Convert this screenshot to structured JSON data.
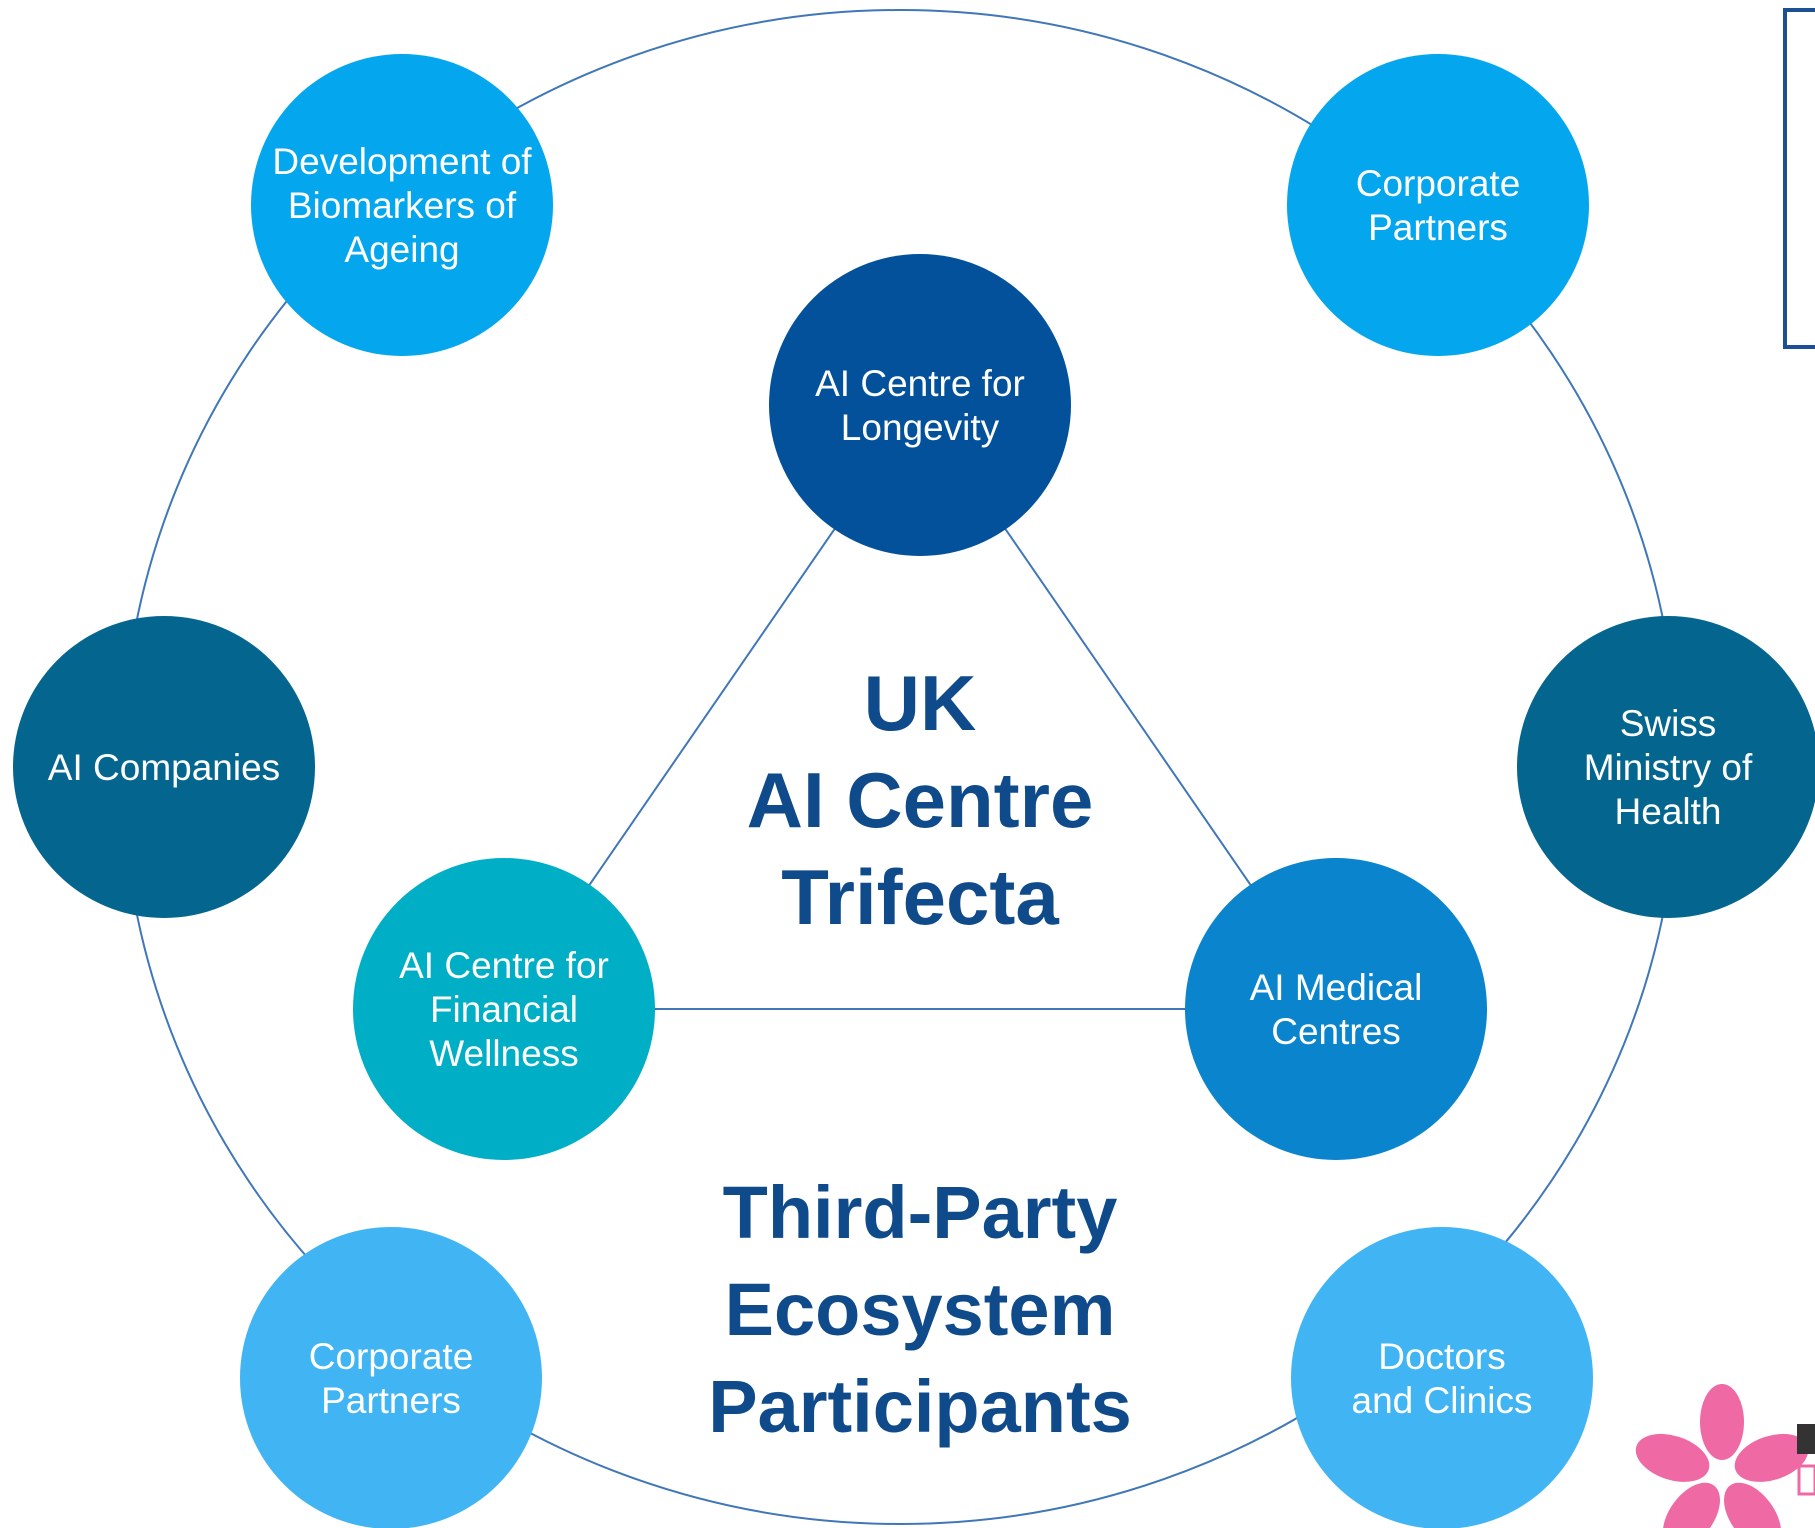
{
  "colors": {
    "ring_stroke": "#3f77b8",
    "node_longevity": "#02519a",
    "node_dark_teal": "#04668f",
    "node_mid_blue": "#0a84cc",
    "node_teal": "#00aec6",
    "node_sky": "#04a6ee",
    "node_light": "#41b5f4",
    "title_text": "#0f4a8a",
    "logo_pink": "#ef6aa4",
    "frame_blue": "#1c4f94"
  },
  "center": {
    "trifecta_lines": [
      "UK",
      "AI Centre",
      "Trifecta"
    ],
    "ecosystem_lines": [
      "Third-Party",
      "Ecosystem",
      "Participants"
    ]
  },
  "trifecta_nodes": [
    {
      "id": "longevity",
      "lines": [
        "AI Centre for",
        "Longevity"
      ]
    },
    {
      "id": "financial",
      "lines": [
        "AI Centre for",
        "Financial",
        "Wellness"
      ]
    },
    {
      "id": "medical",
      "lines": [
        "AI Medical",
        "Centres"
      ]
    }
  ],
  "ecosystem_nodes": [
    {
      "id": "biomarkers",
      "lines": [
        "Development of",
        "Biomarkers of",
        "Ageing"
      ]
    },
    {
      "id": "corporate-top",
      "lines": [
        "Corporate",
        "Partners"
      ]
    },
    {
      "id": "ai-companies",
      "lines": [
        "AI Companies"
      ]
    },
    {
      "id": "swiss-ministry",
      "lines": [
        "Swiss",
        "Ministry of",
        "Health"
      ]
    },
    {
      "id": "corporate-bottom",
      "lines": [
        "Corporate",
        "Partners"
      ]
    },
    {
      "id": "doctors",
      "lines": [
        "Doctors",
        "and Clinics"
      ]
    }
  ],
  "icons": {
    "logo": "pink-flower-logo-icon",
    "frame": "cropped-frame-box"
  }
}
